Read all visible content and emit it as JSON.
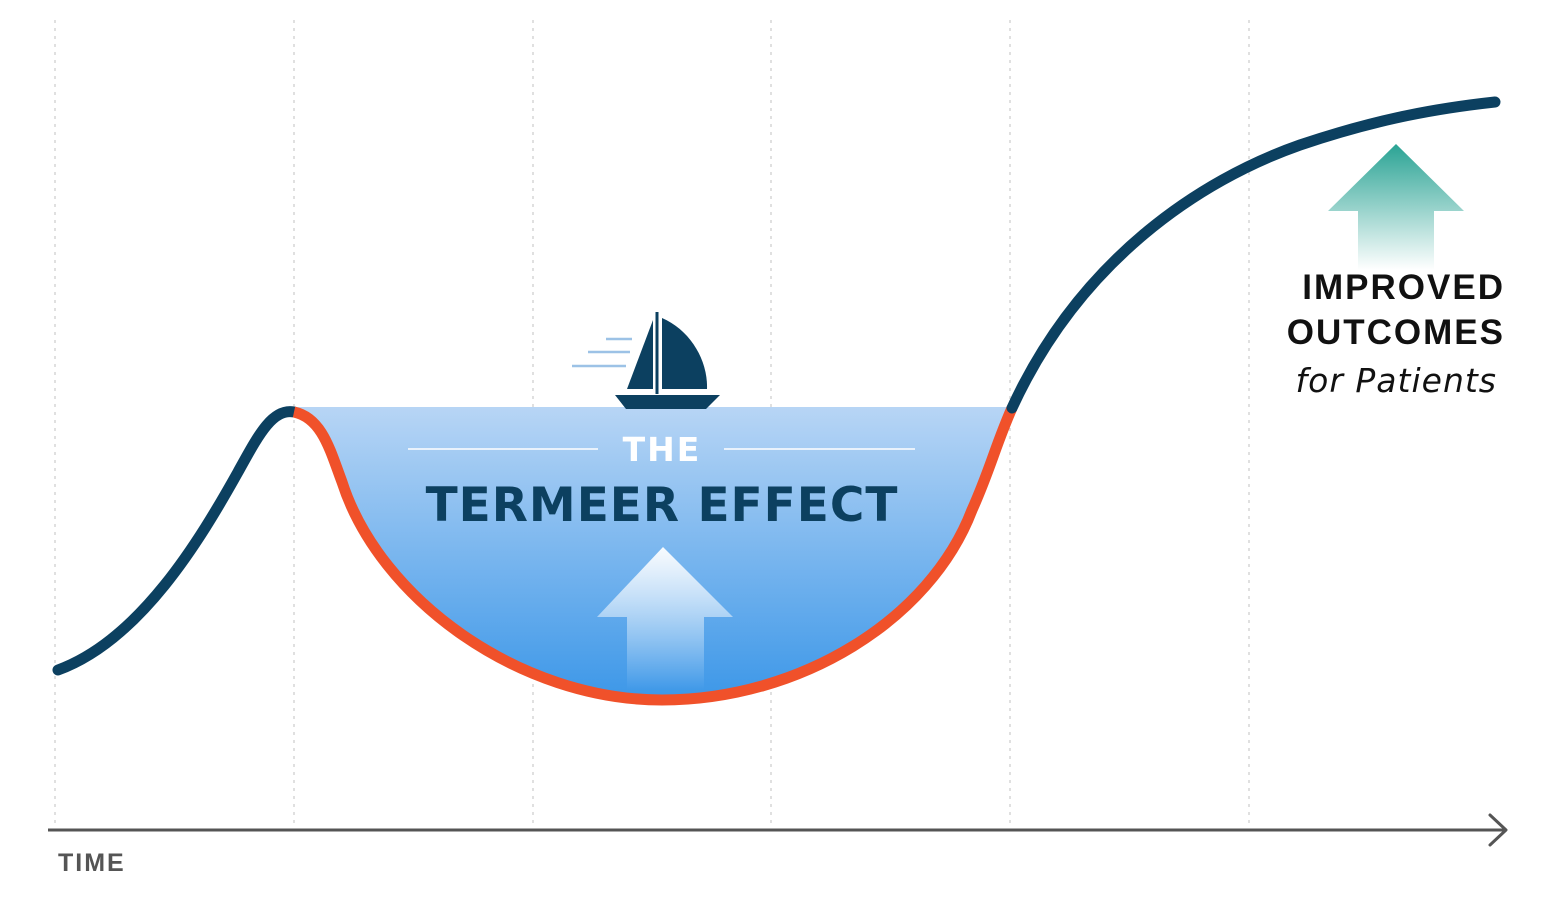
{
  "axis": {
    "x_label": "TIME"
  },
  "effect": {
    "line1": "THE",
    "line2": "TERMEER EFFECT"
  },
  "outcome": {
    "line1": "IMPROVED",
    "line2": "OUTCOMES",
    "line3": "for Patients"
  },
  "colors": {
    "curve_main": "#0c4060",
    "curve_dip": "#f0512a",
    "water_top": "#b7d5f5",
    "water_bottom": "#3c97e8",
    "boat": "#0c4060",
    "outcome_arrow": "#2aa394",
    "axis": "#555555",
    "grid": "#cccccc"
  },
  "icons": {
    "boat": "sailboat-icon",
    "water_arrow": "up-arrow-icon",
    "outcome_arrow": "up-arrow-icon"
  }
}
